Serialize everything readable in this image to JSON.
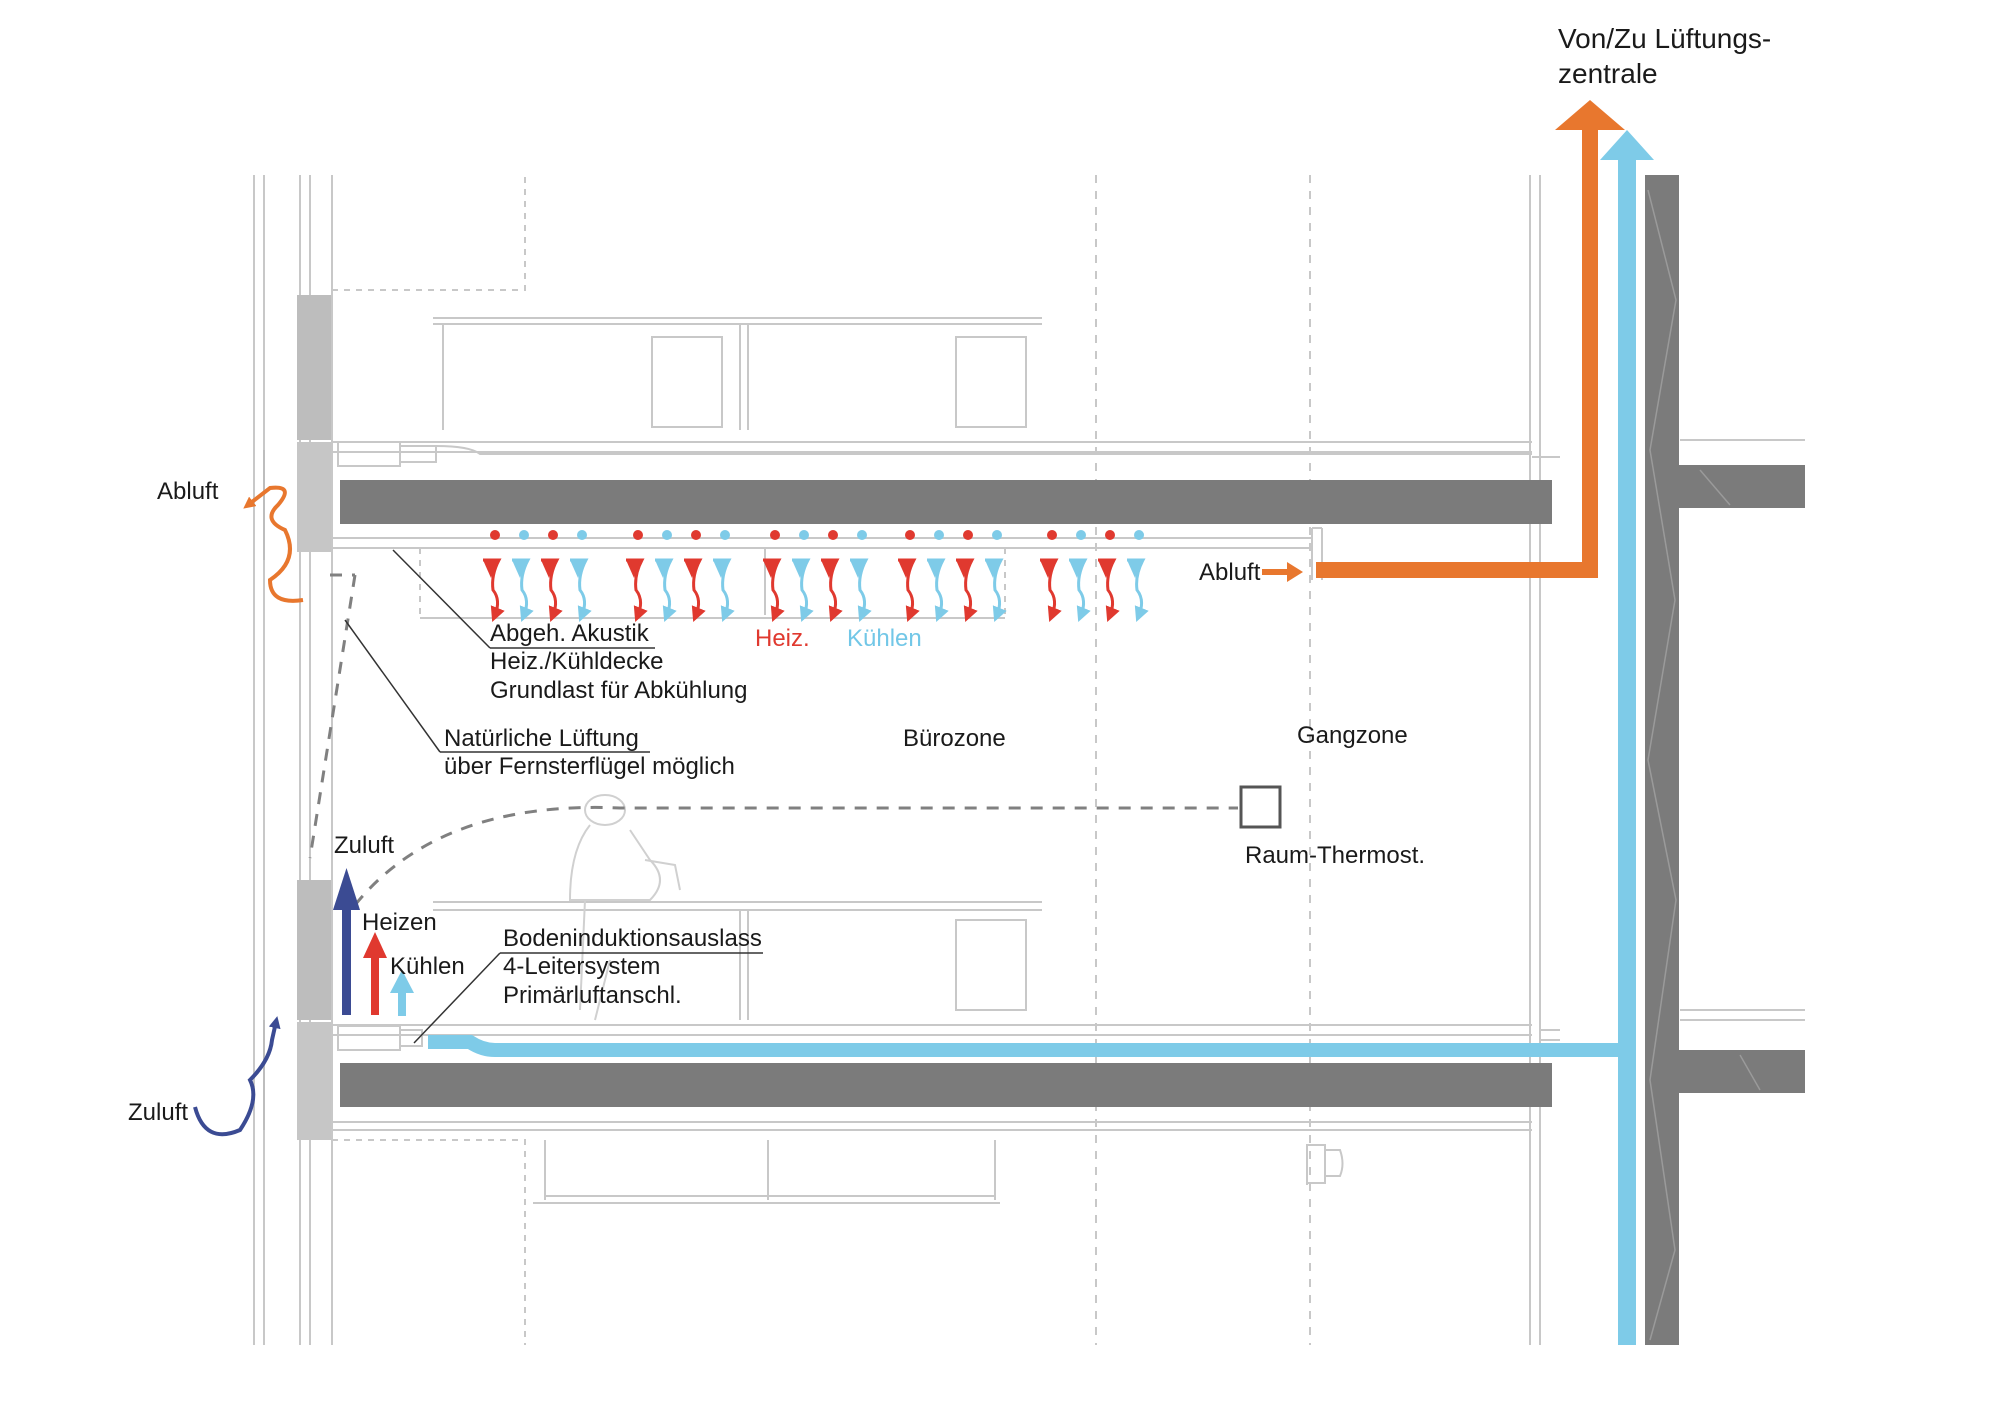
{
  "colors": {
    "exhaust": "#e8772e",
    "supply_cyan": "#7ecbe8",
    "heat_red": "#e0392f",
    "zuluft_blue": "#3b4b93",
    "slab": "#7b7b7b",
    "facade_gray": "#bdbdbd",
    "thin_line": "#c8c8c8",
    "dashed": "#808080"
  },
  "labels": {
    "top_right_line1": "Von/Zu Lüftungs-",
    "top_right_line2": "zentrale",
    "abluft_left": "Abluft",
    "abluft_right": "Abluft",
    "ceiling_line1": "Abgeh. Akustik",
    "ceiling_line2": "Heiz./Kühldecke",
    "ceiling_line3": "Grundlast für Abkühlung",
    "heiz": "Heiz.",
    "kuehlen_ceiling": "Kühlen",
    "natural_line1": "Natürliche Lüftung",
    "natural_line2": "über Fernsterflügel möglich",
    "buerozone": "Bürozone",
    "gangzone": "Gangzone",
    "thermostat": "Raum-Thermost.",
    "zuluft_top": "Zuluft",
    "heizen": "Heizen",
    "kuehlen_floor": "Kühlen",
    "floor_line1": "Bodeninduktionsauslass",
    "floor_line2": "4-Leitersystem",
    "floor_line3": "Primärluftanschl.",
    "zuluft_bottom": "Zuluft"
  },
  "icons": {
    "exhaust_up_arrow": "arrow-up-icon",
    "supply_up_arrow": "arrow-up-icon",
    "thermostat": "square-icon",
    "person": "person-silhouette-icon"
  }
}
